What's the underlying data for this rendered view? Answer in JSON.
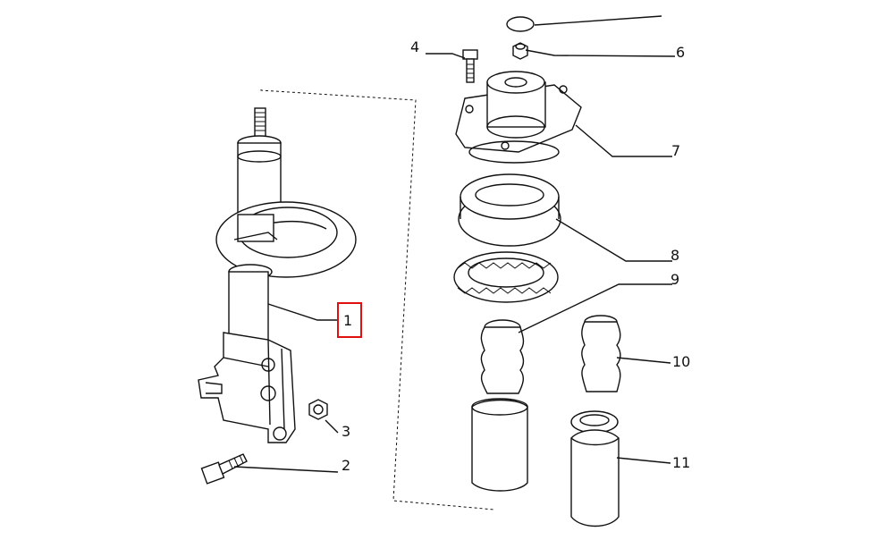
{
  "diagram": {
    "callouts": [
      {
        "id": "c1",
        "label": "1",
        "highlighted": true
      },
      {
        "id": "c2",
        "label": "2"
      },
      {
        "id": "c3",
        "label": "3"
      },
      {
        "id": "c4",
        "label": "4"
      },
      {
        "id": "c6",
        "label": "6"
      },
      {
        "id": "c7",
        "label": "7"
      },
      {
        "id": "c8",
        "label": "8"
      },
      {
        "id": "c9",
        "label": "9"
      },
      {
        "id": "c10",
        "label": "10"
      },
      {
        "id": "c11",
        "label": "11"
      }
    ],
    "highlight_color": "#e01010",
    "line_color": "#111111"
  }
}
